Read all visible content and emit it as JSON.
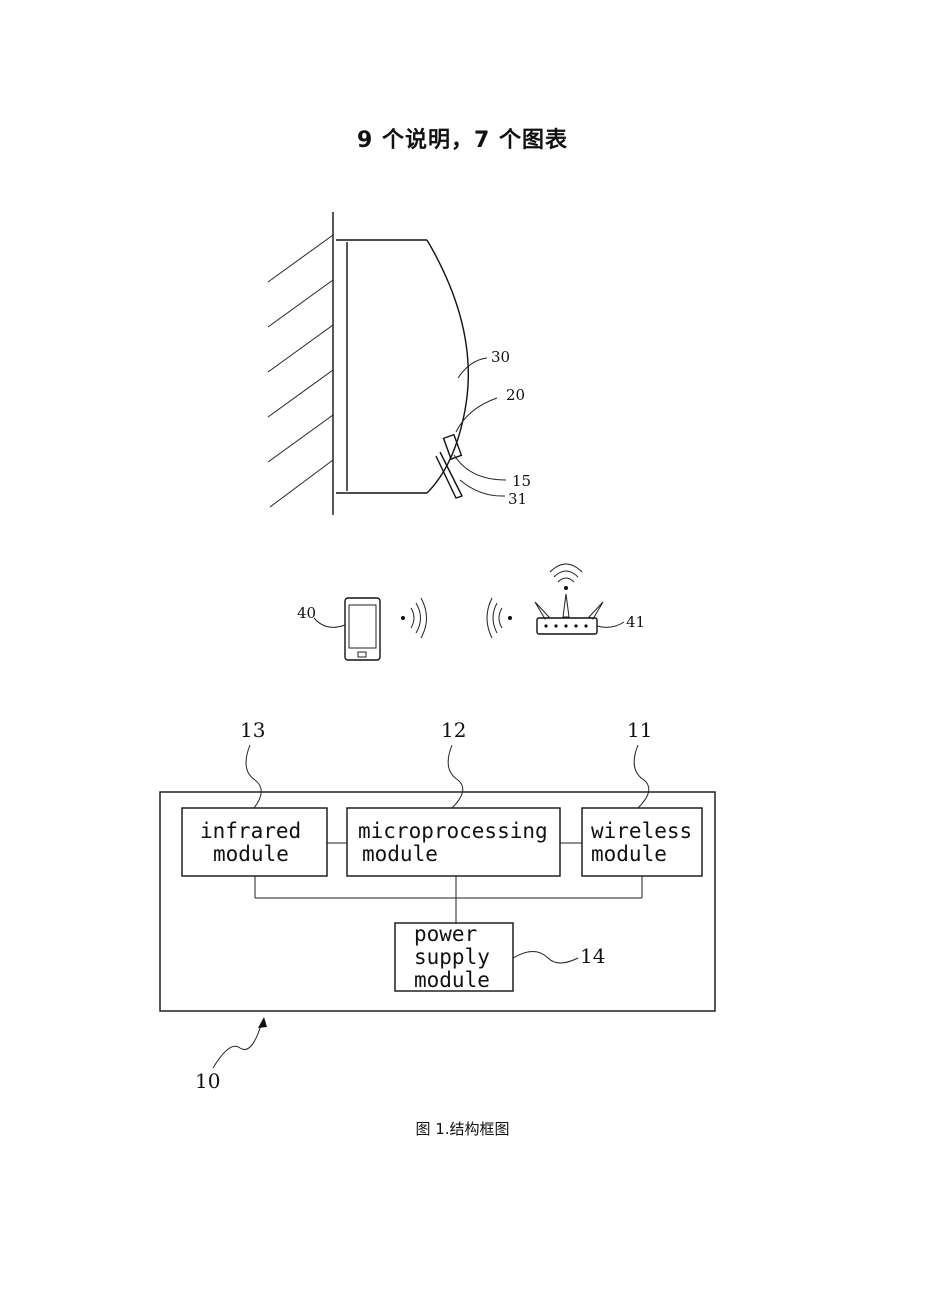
{
  "page": {
    "title": "9 个说明，7 个图表",
    "caption": "图 1.结构框图"
  },
  "figure_top": {
    "labels": {
      "unit": "30",
      "device": "20",
      "emitter": "15",
      "vane": "31",
      "phone": "40",
      "router": "41"
    }
  },
  "block_diagram": {
    "system_ref": "10",
    "blocks": {
      "infrared": {
        "ref": "13",
        "line1": "infrared",
        "line2": "module"
      },
      "micro": {
        "ref": "12",
        "line1": "microprocessing",
        "line2": "module"
      },
      "wireless": {
        "ref": "11",
        "line1": "wireless",
        "line2": "module"
      },
      "power": {
        "ref": "14",
        "line1": "power",
        "line2": "supply",
        "line3": "module"
      }
    }
  }
}
